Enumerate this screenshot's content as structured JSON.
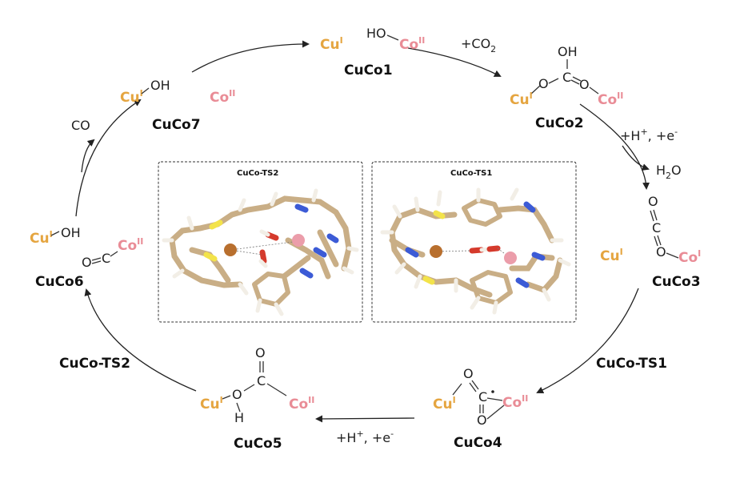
{
  "labels": {
    "cuco1": "CuCo1",
    "cuco2": "CuCo2",
    "cuco3": "CuCo3",
    "cuco4": "CuCo4",
    "cuco5": "CuCo5",
    "cuco6": "CuCo6",
    "cuco7": "CuCo7",
    "ts1": "CuCo-TS1",
    "ts2": "CuCo-TS2"
  },
  "atoms": {
    "cu": "Cu",
    "co": "Co",
    "o": "O",
    "h": "H",
    "c": "C",
    "oh": "OH",
    "ho": "HO",
    "cu_ox_i": "I",
    "co_ox_ii": "II",
    "co_ox_i": "I"
  },
  "steps": {
    "co2_add": "+CO",
    "co2_sub": "2",
    "h2o": "H",
    "h2o_sub": "2",
    "h2o_tail": "O",
    "hplus": "+H",
    "plus_sup": "+",
    "e_part": ", +e",
    "minus_sup": "-",
    "co_release": "CO",
    "co6_co": "O",
    "co6_c": "C"
  },
  "panels": {
    "ts2_title": "CuCo-TS2",
    "ts1_title": "CuCo-TS1"
  },
  "colors": {
    "cu": "#E5A540",
    "co": "#E98C96",
    "n": "#3C5BD6",
    "s": "#F3E34A",
    "c": "#C9AE86"
  }
}
